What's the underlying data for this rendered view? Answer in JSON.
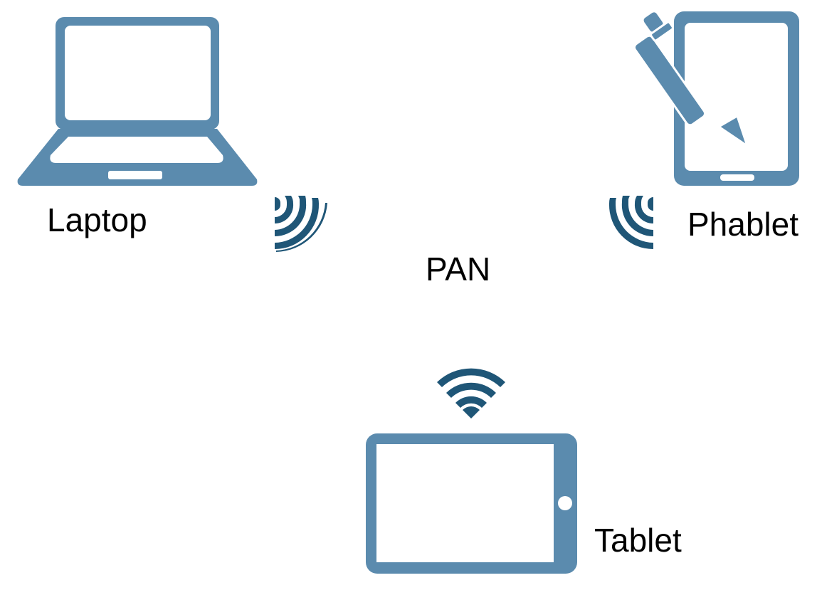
{
  "diagram": {
    "center_label": "PAN",
    "devices": [
      {
        "label": "Laptop",
        "icon": "laptop-icon"
      },
      {
        "label": "Phablet",
        "icon": "phablet-icon"
      },
      {
        "label": "Tablet",
        "icon": "tablet-icon"
      }
    ],
    "signal_icon": "wifi-signal-icon",
    "colors": {
      "device": "#5b8bae",
      "signal": "#1f5677",
      "text": "#000000",
      "background": "#ffffff"
    }
  }
}
